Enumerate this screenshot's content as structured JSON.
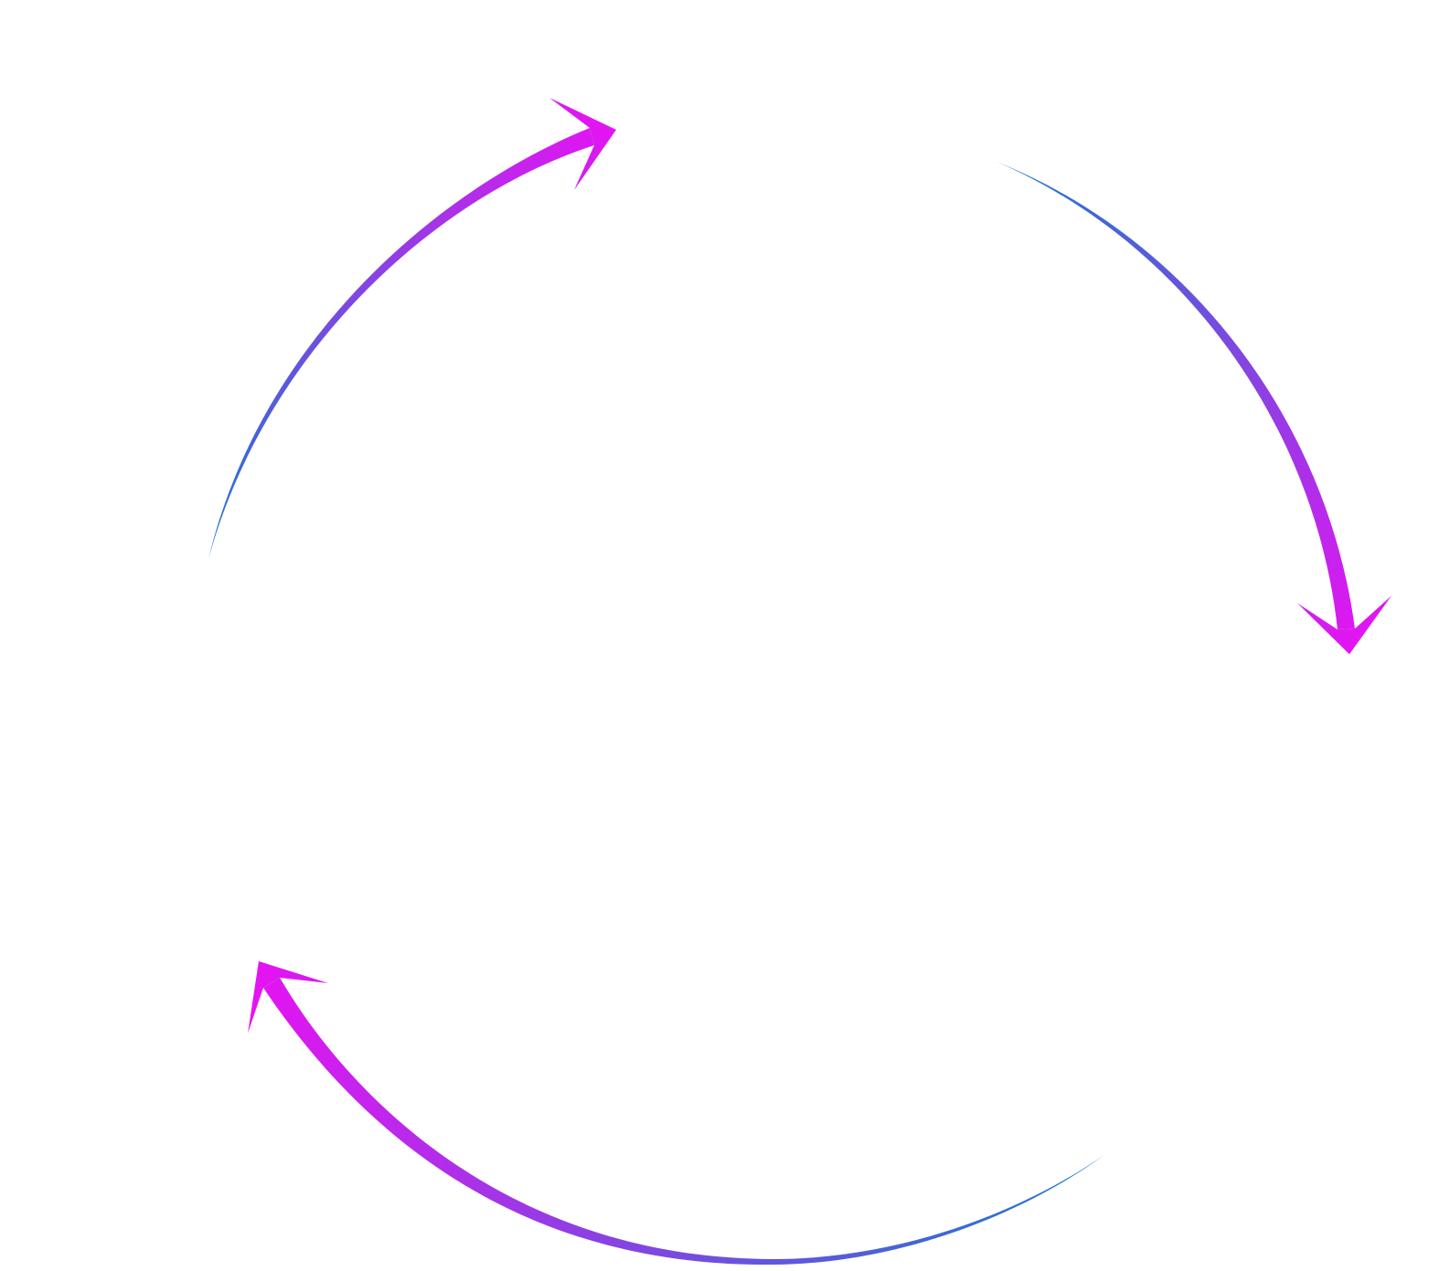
{
  "diagram": {
    "kind": "cycle",
    "direction": "clockwise",
    "gradient": {
      "tail_color": "#1f78d1",
      "head_color": "#e414f2"
    },
    "arrows": [
      {
        "id": "top-left",
        "icon": "curved-arrow-icon"
      },
      {
        "id": "right",
        "icon": "curved-arrow-icon"
      },
      {
        "id": "bottom",
        "icon": "curved-arrow-icon"
      }
    ]
  }
}
